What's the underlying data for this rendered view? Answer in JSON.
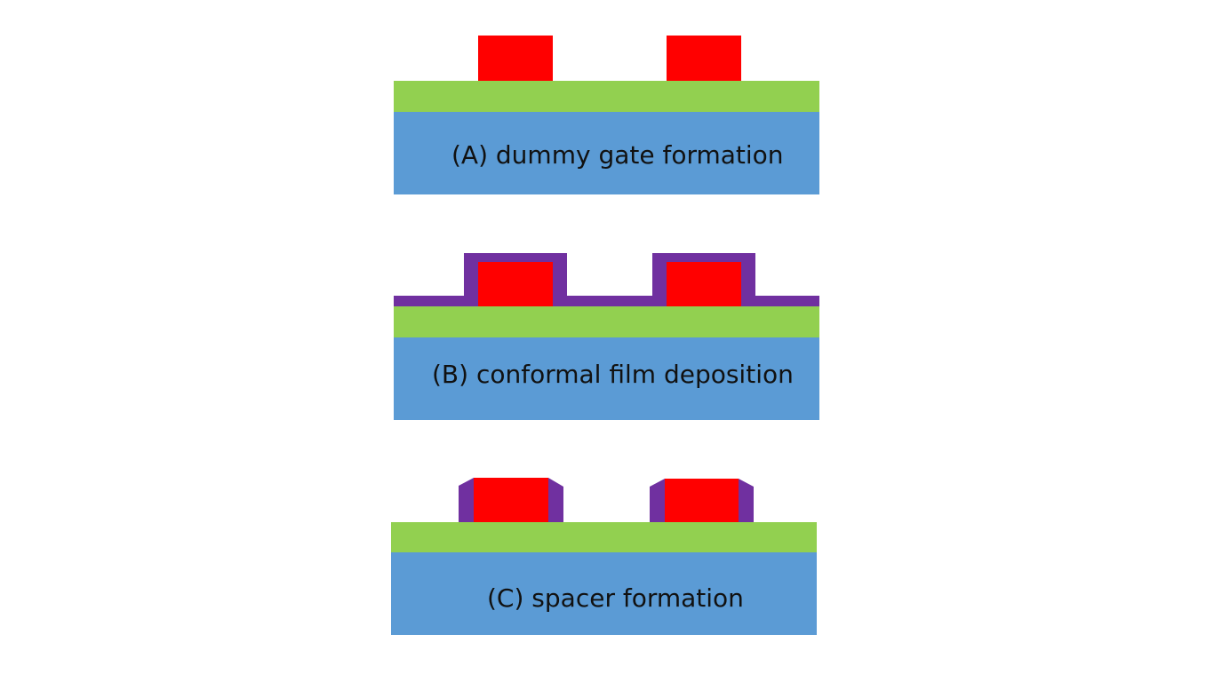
{
  "colors": {
    "background": "#ffffff",
    "substrate": "#5b9bd5",
    "oxide": "#92d050",
    "gate": "#ff0000",
    "spacer_film": "#7030a0"
  },
  "panels": [
    {
      "id": "A",
      "label": "(A) dummy gate formation"
    },
    {
      "id": "B",
      "label": "(B) conformal film deposition"
    },
    {
      "id": "C",
      "label": "(C) spacer formation"
    }
  ]
}
